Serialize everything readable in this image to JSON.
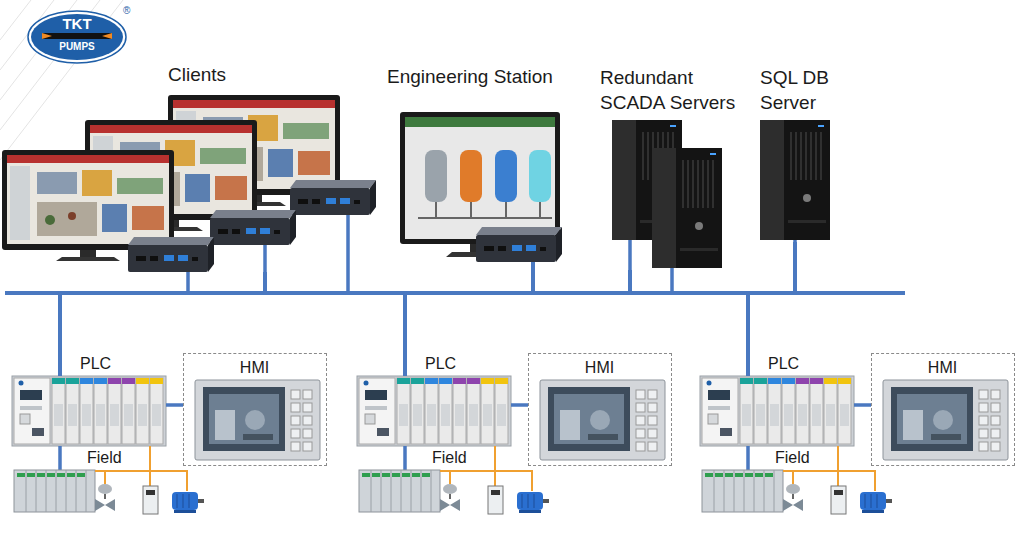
{
  "diagram": {
    "nodes": [
      {
        "text": [
          "Clients"
        ]
      },
      {
        "text": [
          "Engineering Station"
        ]
      },
      {
        "text": [
          "Redundant SCADA Servers"
        ]
      },
      {
        "text": [
          "SQL DB Server"
        ]
      },
      {
        "text": [
          "PLC"
        ]
      },
      {
        "text": [
          "HMI"
        ]
      },
      {
        "text": [
          "PLC"
        ]
      },
      {
        "text": [
          "HMI"
        ]
      },
      {
        "text": [
          "PLC"
        ]
      },
      {
        "text": [
          "HMI"
        ]
      }
    ],
    "edges": [
      {
        "from": 0,
        "to": 4,
        "arrow": "none"
      },
      {
        "from": 0,
        "to": 6,
        "arrow": "none"
      },
      {
        "from": 0,
        "to": 8,
        "arrow": "none"
      },
      {
        "from": 1,
        "to": 4,
        "arrow": "none"
      },
      {
        "from": 1,
        "to": 6,
        "arrow": "none"
      },
      {
        "from": 1,
        "to": 8,
        "arrow": "none"
      },
      {
        "from": 2,
        "to": 4,
        "arrow": "none"
      },
      {
        "from": 2,
        "to": 6,
        "arrow": "none"
      },
      {
        "from": 2,
        "to": 8,
        "arrow": "none"
      },
      {
        "from": 3,
        "to": 4,
        "arrow": "none"
      },
      {
        "from": 3,
        "to": 6,
        "arrow": "none"
      },
      {
        "from": 3,
        "to": 8,
        "arrow": "none"
      },
      {
        "from": 4,
        "to": 5,
        "arrow": "none"
      },
      {
        "from": 6,
        "to": 7,
        "arrow": "none"
      },
      {
        "from": 8,
        "to": 9,
        "arrow": "none"
      }
    ],
    "labels": [
      "TKT",
      "PUMPS",
      "®",
      "Field",
      "Field",
      "Field"
    ]
  }
}
